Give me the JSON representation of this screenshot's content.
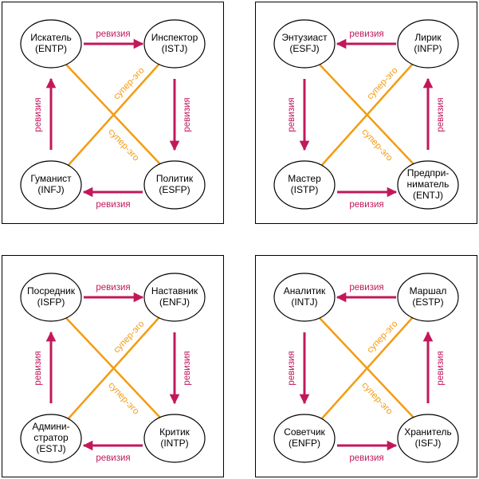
{
  "colors": {
    "revision": "#C2185B",
    "superego": "#F39C12",
    "node_fill": "#FFFFFF",
    "node_stroke": "#000000",
    "panel_stroke": "#000000"
  },
  "panels": [
    {
      "id": "quadra-1",
      "nodes": [
        {
          "pos": "tl",
          "lines": [
            "Искатель",
            "(ENTP)"
          ]
        },
        {
          "pos": "tr",
          "lines": [
            "Инспектор",
            "(ISTJ)"
          ]
        },
        {
          "pos": "bl",
          "lines": [
            "Гуманист",
            "(INFJ)"
          ]
        },
        {
          "pos": "br",
          "lines": [
            "Политик",
            "(ESFP)"
          ]
        }
      ],
      "revision_edges": [
        {
          "side": "top",
          "from": "tl",
          "to": "tr",
          "label": "ревизия"
        },
        {
          "side": "right",
          "from": "tr",
          "to": "br",
          "label": "ревизия"
        },
        {
          "side": "bottom",
          "from": "br",
          "to": "bl",
          "label": "ревизия"
        },
        {
          "side": "left",
          "from": "bl",
          "to": "tl",
          "label": "ревизия"
        }
      ],
      "superego_edges": [
        {
          "diag": "main",
          "label": "супер-эго"
        },
        {
          "diag": "anti",
          "label": "супер-эго"
        }
      ]
    },
    {
      "id": "quadra-2",
      "nodes": [
        {
          "pos": "tl",
          "lines": [
            "Энтузиаст",
            "(ESFJ)"
          ]
        },
        {
          "pos": "tr",
          "lines": [
            "Лирик",
            "(INFP)"
          ]
        },
        {
          "pos": "bl",
          "lines": [
            "Мастер",
            "(ISTP)"
          ]
        },
        {
          "pos": "br",
          "lines": [
            "Предпри-",
            "ниматель",
            "(ENTJ)"
          ]
        }
      ],
      "revision_edges": [
        {
          "side": "top",
          "from": "tr",
          "to": "tl",
          "label": "ревизия"
        },
        {
          "side": "right",
          "from": "br",
          "to": "tr",
          "label": "ревизия"
        },
        {
          "side": "bottom",
          "from": "bl",
          "to": "br",
          "label": "ревизия"
        },
        {
          "side": "left",
          "from": "tl",
          "to": "bl",
          "label": "ревизия"
        }
      ],
      "superego_edges": [
        {
          "diag": "main",
          "label": "супер-эго"
        },
        {
          "diag": "anti",
          "label": "супер-эго"
        }
      ]
    },
    {
      "id": "quadra-3",
      "nodes": [
        {
          "pos": "tl",
          "lines": [
            "Посредник",
            "(ISFP)"
          ]
        },
        {
          "pos": "tr",
          "lines": [
            "Наставник",
            "(ENFJ)"
          ]
        },
        {
          "pos": "bl",
          "lines": [
            "Админи-",
            "стратор",
            "(ESTJ)"
          ]
        },
        {
          "pos": "br",
          "lines": [
            "Критик",
            "(INTP)"
          ]
        }
      ],
      "revision_edges": [
        {
          "side": "top",
          "from": "tl",
          "to": "tr",
          "label": "ревизия"
        },
        {
          "side": "right",
          "from": "tr",
          "to": "br",
          "label": "ревизия"
        },
        {
          "side": "bottom",
          "from": "br",
          "to": "bl",
          "label": "ревизия"
        },
        {
          "side": "left",
          "from": "bl",
          "to": "tl",
          "label": "ревизия"
        }
      ],
      "superego_edges": [
        {
          "diag": "main",
          "label": "супер-эго"
        },
        {
          "diag": "anti",
          "label": "супер-эго"
        }
      ]
    },
    {
      "id": "quadra-4",
      "nodes": [
        {
          "pos": "tl",
          "lines": [
            "Аналитик",
            "(INTJ)"
          ]
        },
        {
          "pos": "tr",
          "lines": [
            "Маршал",
            "(ESTP)"
          ]
        },
        {
          "pos": "bl",
          "lines": [
            "Советчик",
            "(ENFP)"
          ]
        },
        {
          "pos": "br",
          "lines": [
            "Хранитель",
            "(ISFJ)"
          ]
        }
      ],
      "revision_edges": [
        {
          "side": "top",
          "from": "tr",
          "to": "tl",
          "label": "ревизия"
        },
        {
          "side": "right",
          "from": "br",
          "to": "tr",
          "label": "ревизия"
        },
        {
          "side": "bottom",
          "from": "bl",
          "to": "br",
          "label": "ревизия"
        },
        {
          "side": "left",
          "from": "tl",
          "to": "bl",
          "label": "ревизия"
        }
      ],
      "superego_edges": [
        {
          "diag": "main",
          "label": "супер-эго"
        },
        {
          "diag": "anti",
          "label": "супер-эго"
        }
      ]
    }
  ]
}
